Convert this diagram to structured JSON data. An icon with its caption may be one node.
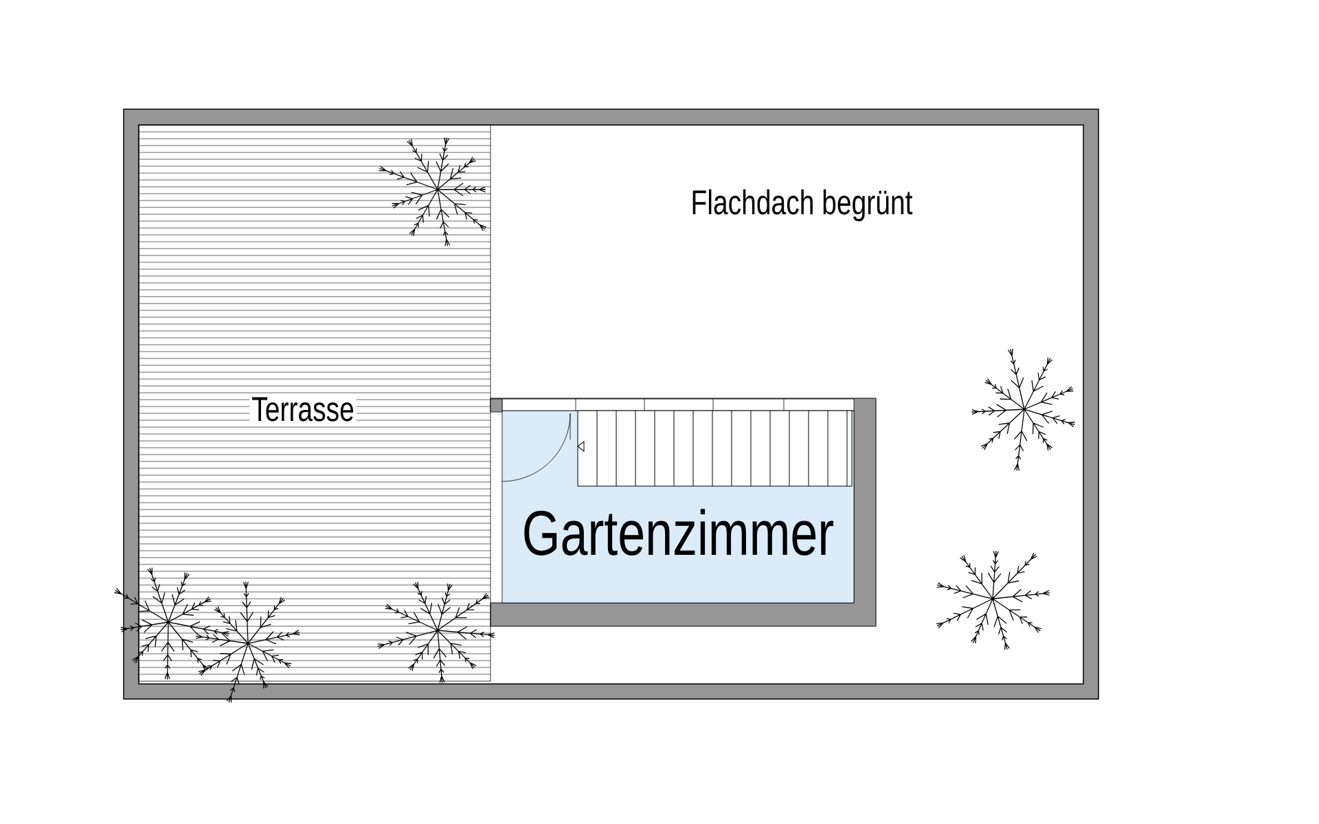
{
  "diagram": {
    "nodes": [
      {
        "text": [
          "Terrasse"
        ]
      },
      {
        "text": [
          "Flachdach begrünt"
        ]
      },
      {
        "text": [
          "Gartenzimmer"
        ]
      }
    ]
  }
}
